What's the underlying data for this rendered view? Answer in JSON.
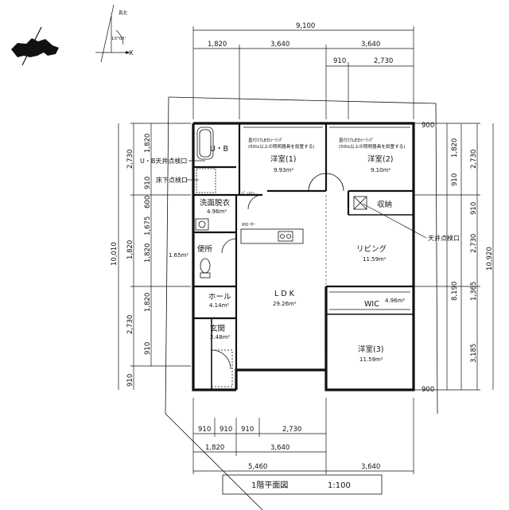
{
  "compass": {
    "north_label": "真北",
    "angle_label": "10°05'",
    "x_label": "X"
  },
  "dimensions": {
    "top_total": "9,100",
    "top_row": [
      "1,820",
      "3,640",
      "3,640"
    ],
    "top_sub": [
      "910",
      "2,730"
    ],
    "left_total": "10,010",
    "left_mid": [
      "2,730",
      "1,820",
      "2,730"
    ],
    "left_inner": [
      "1,820",
      "910",
      "600",
      "1,675",
      "1,820",
      "1,820"
    ],
    "left_outer": [
      "910",
      "910"
    ],
    "right_inner": [
      "1,820",
      "910",
      "910",
      "2,730"
    ],
    "right_mid": [
      "2,730",
      "8,190",
      "3,185"
    ],
    "right_sub": [
      "1,365"
    ],
    "right_total": "10,920",
    "bottom_row1": [
      "910",
      "910",
      "910",
      "2,730"
    ],
    "bottom_row2": [
      "1,820",
      "3,640"
    ],
    "bottom_row3": [
      "5,460",
      "3,640"
    ],
    "marker_900": "900"
  },
  "rooms": {
    "ub": "U・B",
    "yoshitsu1": "洋室(1)",
    "yoshitsu1_area": "9.93m²",
    "yoshitsu2": "洋室(2)",
    "yoshitsu2_area": "9.10m²",
    "senmen": "洗面脱衣",
    "senmen_area": "4.96m²",
    "shuno": "収納",
    "living": "リビング",
    "living_area": "11.59m²",
    "benjo": "便所",
    "benjo_area": "1.65m²",
    "ldk": "L D K",
    "ldk_area": "29.26m²",
    "wic": "WIC",
    "wic_area": "4.96m²",
    "hall": "ホール",
    "hall_area": "4.14m²",
    "genkan": "玄関",
    "genkan_area": "2.48m²",
    "yoshitsu3": "洋室(3)",
    "yoshitsu3_area": "11.59m²"
  },
  "labels": {
    "ub_tenjo": "U・B天井点検口",
    "yuka_tenken": "床下点検口",
    "tenjo_tenken": "天井点検口",
    "pantry": "ﾊﾟﾝﾄﾘｰ",
    "water_heater": "IHﾋｰﾀｰ",
    "led_note1_line1": "直付けLEDｼｰﾘﾝｸﾞ",
    "led_note1_line2": "(50lx以上の照明器具を設置する)",
    "led_note2_line1": "直付けLEDｼｰﾘﾝｸﾞ",
    "led_note2_line2": "(50lx以上の照明器具を設置する)"
  },
  "title": {
    "text": "1階平面図",
    "scale": "1:100"
  }
}
